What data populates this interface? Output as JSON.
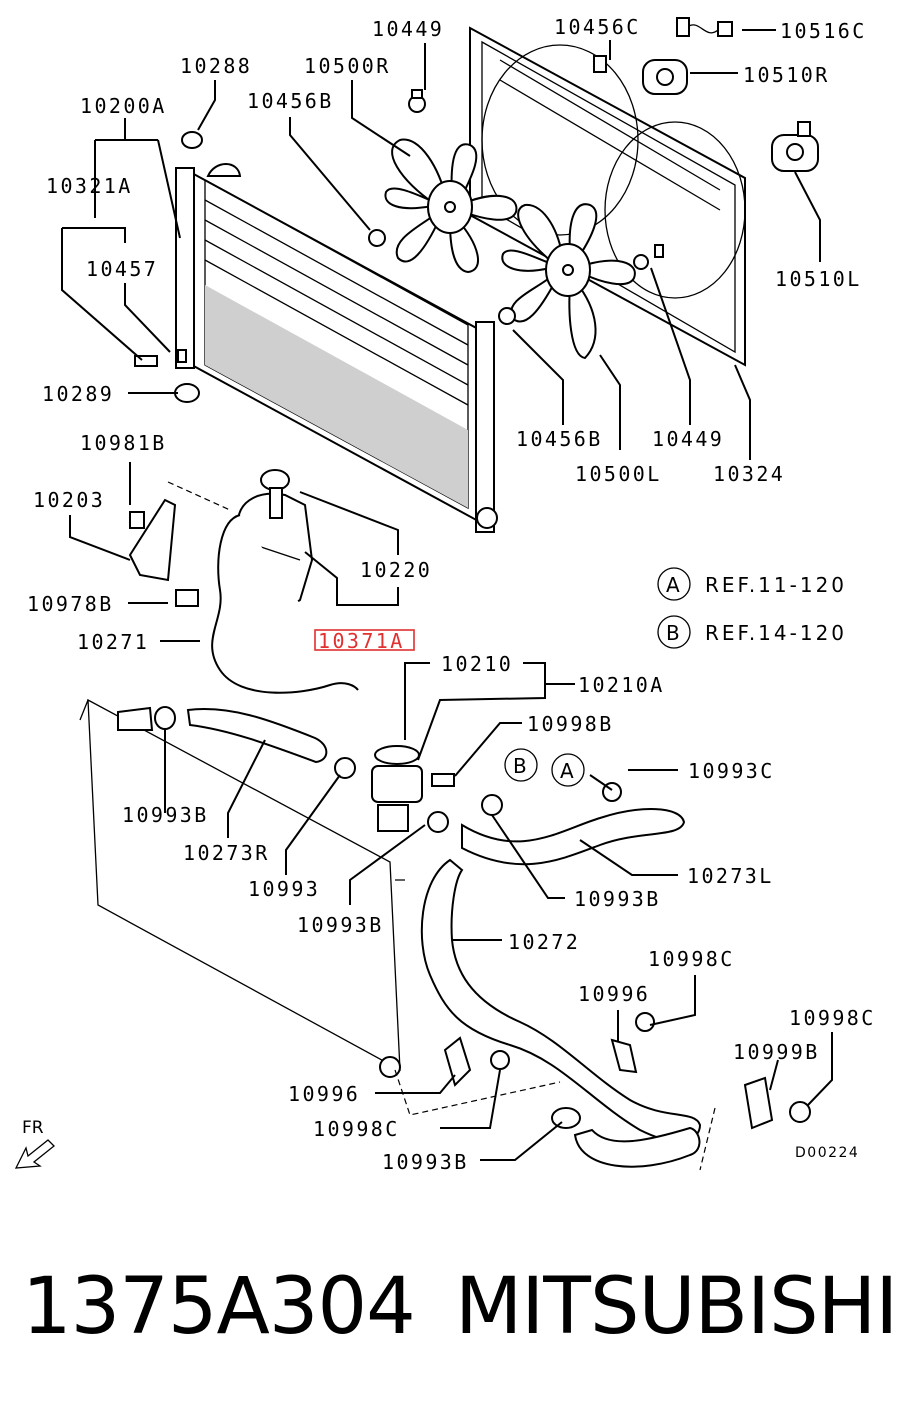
{
  "labels": {
    "l10449_top": "10449",
    "l10456C": "10456C",
    "l10516C": "10516C",
    "l10288": "10288",
    "l10500R": "10500R",
    "l10510R": "10510R",
    "l10200A": "10200A",
    "l10456B_top": "10456B",
    "l10321A": "10321A",
    "l10457": "10457",
    "l10510L": "10510L",
    "l10289": "10289",
    "l10456B_bot": "10456B",
    "l10449_bot": "10449",
    "l10500L": "10500L",
    "l10324": "10324",
    "l10981B": "10981B",
    "l10203": "10203",
    "l10220": "10220",
    "l10978B": "10978B",
    "l10371A": "10371A",
    "l10271": "10271",
    "l10210": "10210",
    "l10210A": "10210A",
    "l10998B": "10998B",
    "l10993C": "10993C",
    "l10993B_a": "10993B",
    "l10273R": "10273R",
    "l10993": "10993",
    "l10993B_b": "10993B",
    "l10273L": "10273L",
    "l10993B_c": "10993B",
    "l10272": "10272",
    "l10998C_a": "10998C",
    "l10996_a": "10996",
    "l10998C_b": "10998C",
    "l10999B": "10999B",
    "l10996_b": "10996",
    "l10998C_c": "10998C",
    "l10993B_d": "10993B"
  },
  "references": [
    {
      "letter": "A",
      "text": "REF.11-120"
    },
    {
      "letter": "B",
      "text": "REF.14-120"
    }
  ],
  "callouts": {
    "a": "A",
    "b": "B"
  },
  "highlight_color": "#e03030",
  "direction_label": "FR",
  "diagram_code": "D00224",
  "footer": {
    "part_number": "1375A304",
    "brand": "MITSUBISHI"
  }
}
